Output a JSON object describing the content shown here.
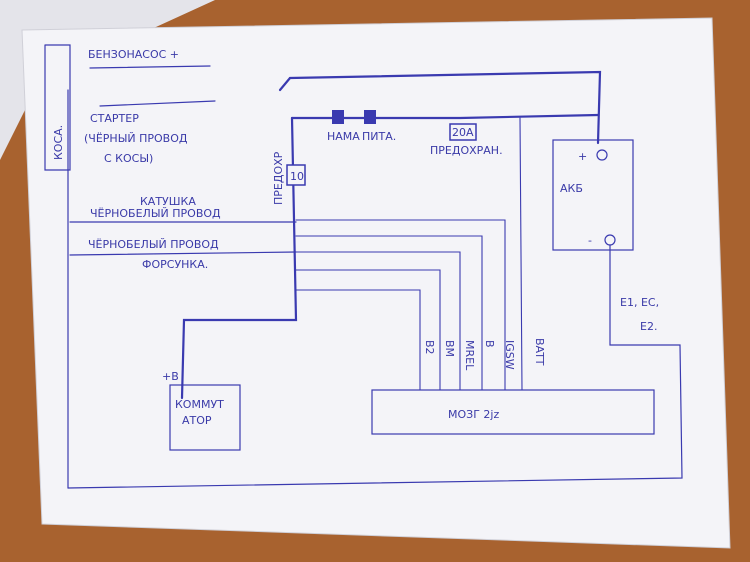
{
  "labels": {
    "kosa": "КОСА.",
    "benzonasos": "БЕНЗОНАСОС +",
    "starter_1": "СТАРТЕР",
    "starter_2": "(ЧЁРНЫЙ ПРОВОД",
    "starter_3": "С КОСЫ)",
    "katushka_1": "КАТУШКА",
    "katushka_2": "ЧЁРНОБЕЛЫЙ ПРОВОД",
    "forsunka_1": "ЧЁРНОБЕЛЫЙ ПРОВОД",
    "forsunka_2": "ФОРСУНКА.",
    "predohr_left": "ПРЕДОХР",
    "fuse_left": "10",
    "rele_1": "НАМА",
    "rele_2": "ПИТА.",
    "fuse_right": "20А",
    "predohran": "ПРЕДОХРАН.",
    "akb": "АКБ",
    "akb_plus": "+",
    "akb_minus": "-",
    "ground": "E1, EC,",
    "ground_2": "E2.",
    "batt": "BATT",
    "igsw": "IGSW",
    "b": "B",
    "mrel": "MREL",
    "bm": "BM",
    "b2": "B2",
    "kommutator_plus": "+B",
    "kommutator_1": "КОММУТ",
    "kommutator_2": "АТОР",
    "ecu": "МОЗГ 2jz"
  }
}
